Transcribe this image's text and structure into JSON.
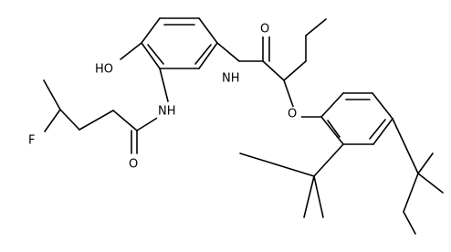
{
  "structure": {
    "atom_labels": {
      "hydroxyl": "HO",
      "amide_nh_right": "NH",
      "amide_nh_left": "NH",
      "carbonyl_o_right": "O",
      "carbonyl_o_left": "O",
      "ether_o": "O",
      "fluorine": "F"
    }
  },
  "colors": {
    "bond": "#000000",
    "background": "#ffffff"
  }
}
